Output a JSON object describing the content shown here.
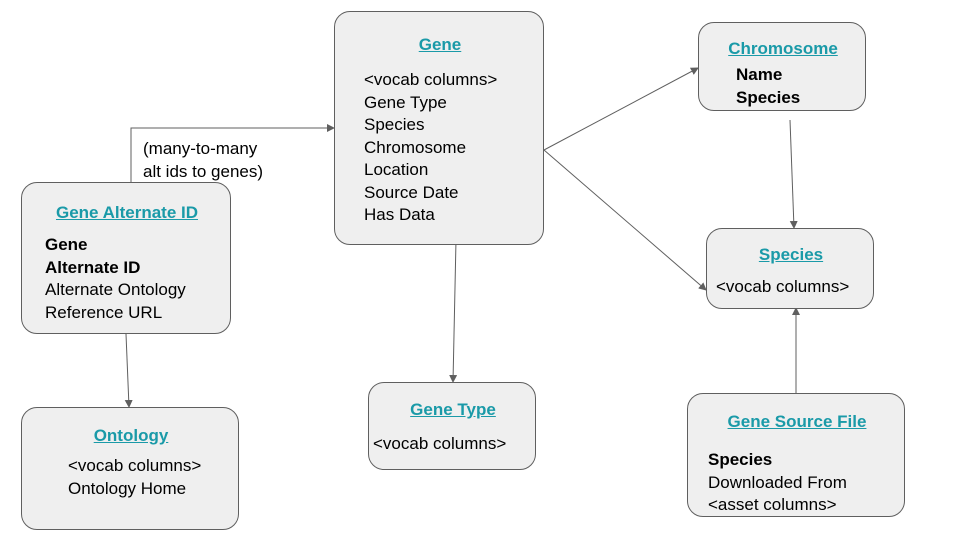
{
  "entities": {
    "gene": {
      "title": "Gene",
      "fields": [
        "<vocab columns>",
        "Gene Type",
        "Species",
        "Chromosome",
        "Location",
        "Source Date",
        "Has Data"
      ]
    },
    "chromosome": {
      "title": "Chromosome",
      "key_fields": [
        "Name",
        "Species"
      ]
    },
    "species": {
      "title": "Species",
      "fields": [
        "<vocab columns>"
      ]
    },
    "gene_alternate_id": {
      "title": "Gene Alternate ID",
      "key_fields": [
        "Gene",
        "Alternate ID"
      ],
      "fields": [
        "Alternate Ontology",
        "Reference URL"
      ]
    },
    "ontology": {
      "title": "Ontology",
      "fields": [
        "<vocab columns>",
        "Ontology Home"
      ]
    },
    "gene_type": {
      "title": "Gene Type",
      "fields": [
        "<vocab columns>"
      ]
    },
    "gene_source_file": {
      "title": "Gene Source File",
      "key_fields": [
        "Species"
      ],
      "fields": [
        "Downloaded From",
        "<asset columns>"
      ]
    }
  },
  "edge_labels": {
    "alt_to_gene": [
      "(many-to-many",
      "alt ids to genes)"
    ]
  },
  "colors": {
    "title_link": "#1a9aa8",
    "node_fill": "#efefef",
    "node_border": "#5f5f5f",
    "edge": "#5f5f5f"
  }
}
